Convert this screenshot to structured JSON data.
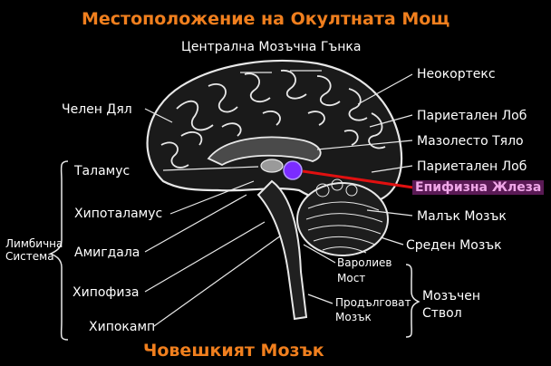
{
  "title": "Местоположение на Окултната Мощ",
  "bottom_title": "Човешкият Мозък",
  "labels": {
    "central_sulcus": "Централна Мозъчна Гънка",
    "neocortex": "Неокортекс",
    "frontal_lobe": "Челен Дял",
    "parietal_lobe_1": "Париетален Лоб",
    "corpus_callosum": "Мазолесто Тяло",
    "parietal_lobe_2": "Париетален Лоб",
    "thalamus": "Таламус",
    "pineal_gland": "Епифизна Жлеза",
    "hypothalamus": "Хипоталамус",
    "cerebellum": "Малък Мозък",
    "limbic_system": "Лимбична Система",
    "amygdala": "Амигдала",
    "midbrain": "Среден Мозък",
    "pons": "Варолиев Мост",
    "medulla": "Продълговат Мозък",
    "brainstem": "Мозъчен Ствол",
    "pituitary": "Хипофиза",
    "hippocampus": "Хипокамп"
  },
  "colors": {
    "title": "#f07f1e",
    "pineal_marker": "#7b2cff",
    "pineal_pointer": "#e01010",
    "highlight_bg": "#5a1a55",
    "highlight_text": "#f0a7e8"
  }
}
